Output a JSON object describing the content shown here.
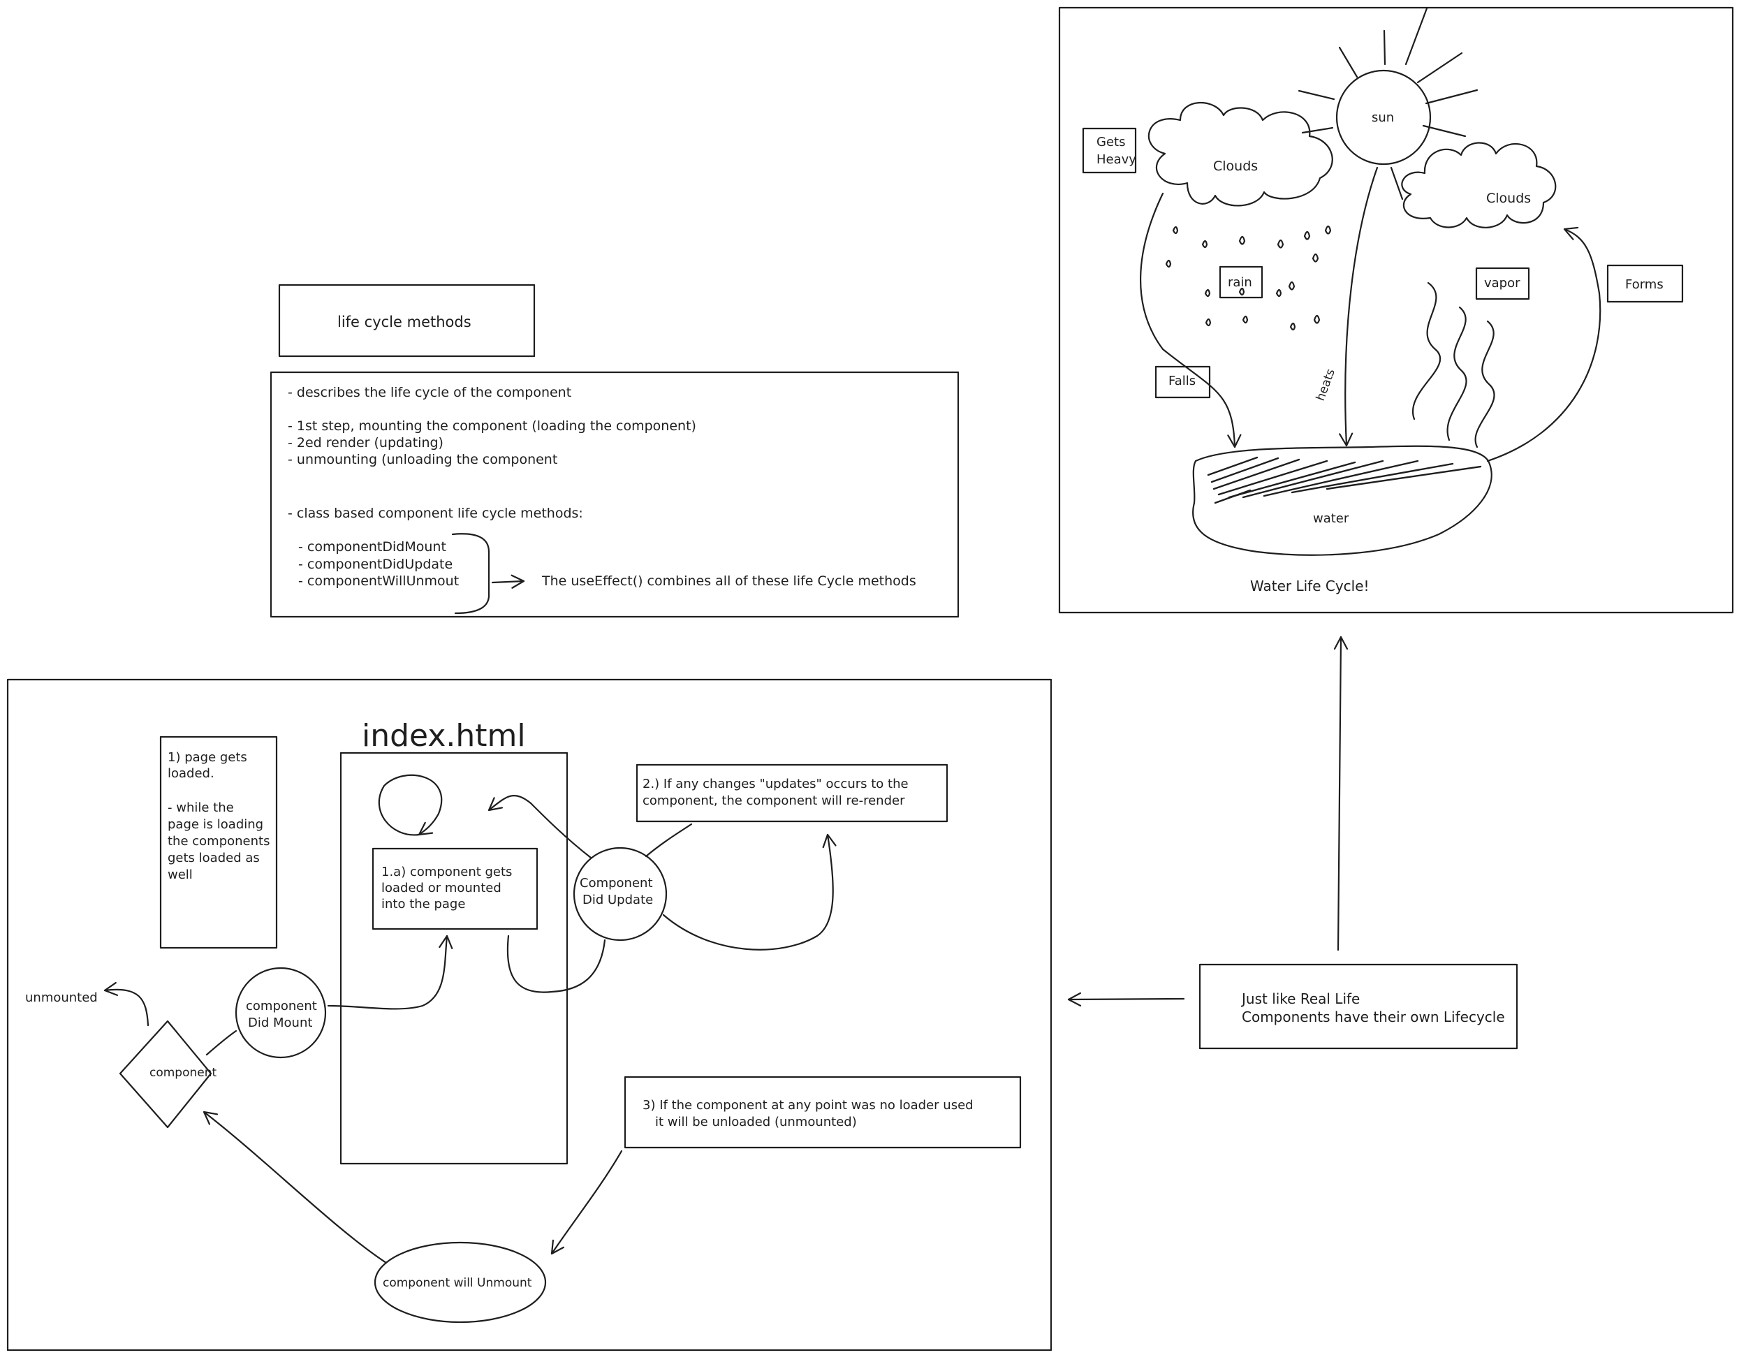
{
  "left_notes": {
    "title_box": "life cycle methods",
    "desc_lines": [
      "- describes the life cycle of the component",
      "",
      "- 1st step, mounting the component (loading the component)",
      "- 2ed render (updating)",
      "- unmounting (unloading the component",
      "",
      "",
      "- class based component life cycle methods:"
    ],
    "methods": [
      "- componentDidMount",
      "- componentDidUpdate",
      "- componentWillUnmout"
    ],
    "useeffect_note": "The useEffect() combines all of these life Cycle methods"
  },
  "water_cycle": {
    "sun": "sun",
    "clouds_left": "Clouds",
    "clouds_right": "Clouds",
    "gets_heavy": [
      "Gets",
      "Heavy"
    ],
    "rain": "rain",
    "vapor": "vapor",
    "forms": "Forms",
    "falls": "Falls",
    "heats": "heats",
    "water": "water",
    "caption": "Water Life Cycle!"
  },
  "lifecycle_diagram": {
    "index_title": "index.html",
    "page_note": [
      "1) page gets",
      "loaded.",
      "",
      "- while the",
      "page is loading",
      "the components",
      "gets loaded as",
      "well"
    ],
    "mounted_note": [
      "1.a) component gets",
      "loaded or mounted",
      "into the page"
    ],
    "updates_note": [
      "2.) If any changes \"updates\" occurs to the",
      "component, the component will re-render"
    ],
    "did_update": [
      "Component",
      "Did Update"
    ],
    "did_mount": [
      "component",
      "Did Mount"
    ],
    "component": "component",
    "unmounted": "unmounted",
    "unload_note": [
      "3) If the component at any point was no loader used",
      "it will be unloaded (unmounted)"
    ],
    "will_unmount": "component will Unmount"
  },
  "analogy": [
    "Just like Real Life",
    "Components have their own Lifecycle"
  ]
}
